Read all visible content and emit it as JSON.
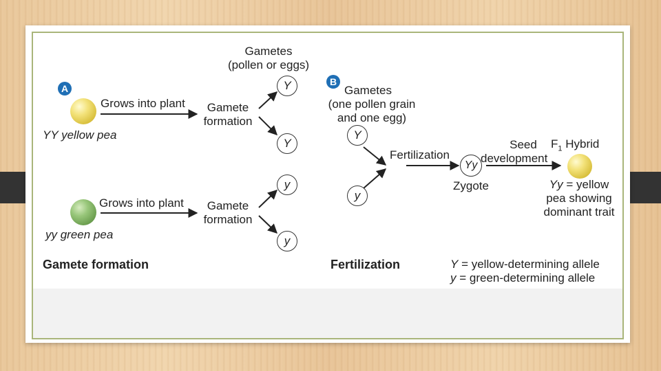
{
  "panel_a": {
    "badge": "A",
    "gametes_header_line1": "Gametes",
    "gametes_header_line2": "(pollen or eggs)",
    "yellow_pea_label": "YY yellow pea",
    "green_pea_label": "yy green pea",
    "grows_into_plant": "Grows into plant",
    "gamete_formation_line1": "Gamete",
    "gamete_formation_line2": "formation",
    "gamete_upper_1": "Y",
    "gamete_upper_2": "Y",
    "gamete_lower_1": "y",
    "gamete_lower_2": "y",
    "caption": "Gamete formation"
  },
  "panel_b": {
    "badge": "B",
    "gametes_line1": "Gametes",
    "gametes_line2": "(one pollen grain",
    "gametes_line3": "and one egg)",
    "gamete_1": "Y",
    "gamete_2": "y",
    "fertilization": "Fertilization",
    "zygote_genotype": "Yy",
    "zygote": "Zygote",
    "seed_line1": "Seed",
    "seed_line2": "development",
    "hybrid_f": "F",
    "hybrid_sub": "1",
    "hybrid_word": "Hybrid",
    "result_genotype": "Yy",
    "result_line1_rest": " = yellow",
    "result_line2": "pea showing",
    "result_line3": "dominant trait",
    "caption": "Fertilization"
  },
  "legend": {
    "dominant_symbol": "Y",
    "dominant_text": " = yellow-determining allele",
    "recessive_symbol": "y",
    "recessive_text": " = green-determining allele"
  },
  "colors": {
    "badge": "#1f6fb5",
    "frame_border": "#a9b57a",
    "yellow_pea": "#e8d35a",
    "green_pea": "#7fae5f"
  }
}
